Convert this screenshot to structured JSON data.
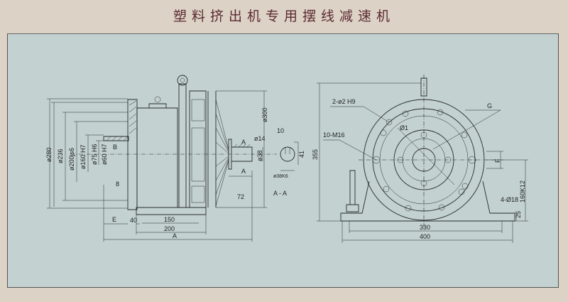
{
  "title": "塑料挤出机专用摆线减速机",
  "side_view": {
    "dims": {
      "d280": "ø280",
      "d236": "ø236",
      "d200": "ø200js6",
      "d160": "ø160 H7",
      "d75": "ø75 H6",
      "d60": "ø60 H7",
      "B": "B",
      "eight": "8",
      "E": "E",
      "forty": "40",
      "d150": "150",
      "d200len": "200",
      "A": "A",
      "d300": "ø300",
      "seventy2": "72",
      "d38": "ø38",
      "d14": "ø14",
      "ten": "10",
      "fortyone": "41",
      "d38k6": "ø38K6",
      "sec_a_top": "A",
      "sec_a_bot": "A",
      "section": "A - A"
    }
  },
  "front_view": {
    "dims": {
      "pins": "2-ø2 H9",
      "bolts": "10-M16",
      "phi1": "Ø1",
      "G": "G",
      "F": "F",
      "h355": "355",
      "h160": "160K12",
      "foot_holes": "4-Ø18",
      "h25": "25",
      "w330": "330",
      "w400": "400"
    }
  }
}
